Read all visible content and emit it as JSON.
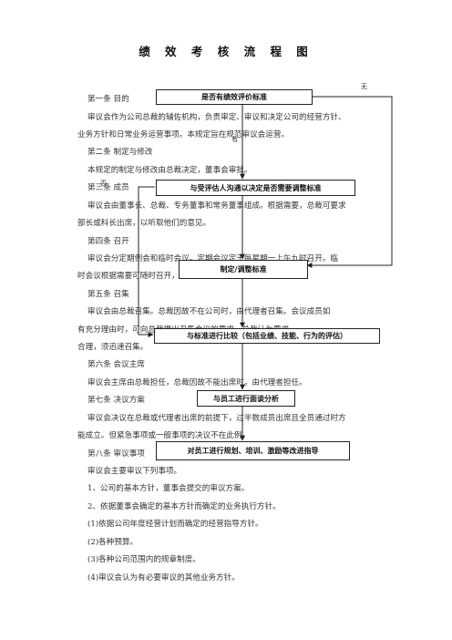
{
  "document": {
    "title": "绩 效 考 核 流 程 图",
    "lines": [
      "第一条  目的",
      "审议会作为公司总裁的辅佐机构，负责审定、审议和决定公司的经营方针、",
      "业务方针和日常业务运营事项。本规定旨在规范审议会运营。",
      "第二条  制定与修改",
      "本规定的制定与修改由总裁决定，董事会审批。",
      "第三条  成员",
      "审议会由董事长、总裁、专务董事和常务董事组成。根据需要，总裁可要求",
      "部长或科长出席，以听取他们的意见。",
      "第四条  召开",
      "审议会分定期例会和临时会议。定期会议定于每星期一上午九时召开。临",
      "时会议根据需要可随时召开，如遇节假日，则提前或推后择期召开。",
      "第五条  召集",
      "审议会由总裁召集。总裁因故不在公司时，由代理者召集。会议成员如",
      "有充分理由时，可向总裁提出召集会议的要求，总裁认为要求",
      "合理，须迅速召集。",
      "第六条  会议主席",
      "审议会主席由总裁担任，总裁因故不能出席时，由代理者担任。",
      "第七条  决议方案",
      "审议会决议在总裁或代理者出席的前提下，过半数成员出席且全员通过时方",
      "能成立。但紧急事项或一般事项的决议不在此例。",
      "第八条  审议事项",
      "审议会主要审议下列事项。",
      "1、公司的基本方针，董事会提交的审议方案。",
      "2、依据董事会确定的基本方针而确定的业务执行方针。",
      "(1)依据公司年度经营计划而确定的经营指导方针。",
      "(2)各种预算。",
      "(3)各种公司范围内的规章制度。",
      "(4)审议会认为有必要审议的其他业务方针。"
    ]
  },
  "flowchart": {
    "labels": {
      "no": "无",
      "yes": "有",
      "no2": "否"
    },
    "steps": [
      "是否有绩效评价标准",
      "与受评估人沟通以决定是否需要调整标准",
      "制定/调整标准",
      "与标准进行比较（包括业绩、技能、行为的评估）",
      "与员工进行面谈分析",
      "对员工进行规划、培训、激励等改进指导"
    ]
  }
}
